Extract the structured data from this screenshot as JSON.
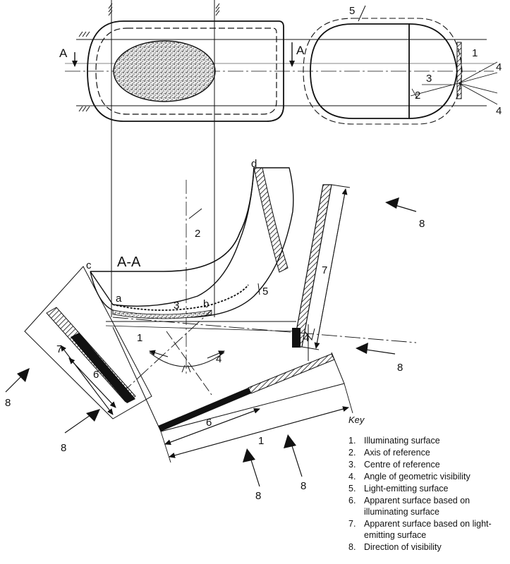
{
  "diagram": {
    "labels": {
      "section_top_left": "A",
      "section_top_right": "A",
      "section_title": "A-A",
      "point_a": "a",
      "point_b": "b",
      "point_c": "c",
      "point_d": "d",
      "lbl_1_top": "1",
      "lbl_2_top": "2",
      "lbl_3_top": "3",
      "lbl_4_top_a": "4",
      "lbl_4_top_b": "4",
      "lbl_5_top": "5",
      "lbl_2_mid": "2",
      "lbl_5_mid": "5",
      "lbl_3_mid": "3",
      "lbl_1_mid": "1",
      "lbl_4_mid": "4",
      "lbl_4_right": "4",
      "lbl_7_right": "7",
      "lbl_7_left": "7",
      "lbl_6_left": "6",
      "lbl_6_bottom": "6",
      "lbl_1_bottom": "1",
      "lbl_8_a": "8",
      "lbl_8_b": "8",
      "lbl_8_c": "8",
      "lbl_8_d": "8",
      "lbl_8_e": "8",
      "lbl_8_f": "8"
    }
  },
  "key": {
    "title": "Key",
    "items": [
      {
        "num": "1.",
        "text": "Illuminating surface"
      },
      {
        "num": "2.",
        "text": "Axis of reference"
      },
      {
        "num": "3.",
        "text": "Centre of reference"
      },
      {
        "num": "4.",
        "text": "Angle of geometric visibility"
      },
      {
        "num": "5.",
        "text": "Light-emitting surface"
      },
      {
        "num": "6.",
        "text": "Apparent surface based on illuminating surface"
      },
      {
        "num": "7.",
        "text": "Apparent surface based on light-emitting surface"
      },
      {
        "num": "8.",
        "text": "Direction of visibility"
      }
    ]
  }
}
